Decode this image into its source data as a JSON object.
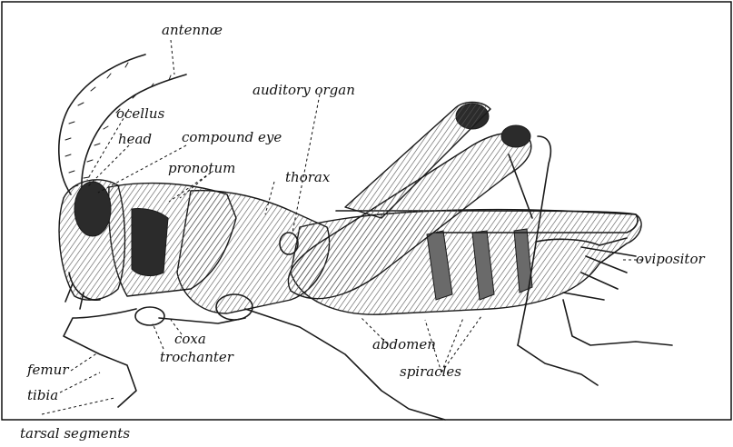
{
  "labels": {
    "antennae": "antennæ",
    "ocellus": "ocellus",
    "head": "head",
    "compound_eye": "compound eye",
    "auditory_organ": "auditory organ",
    "pronotum": "pronotum",
    "thorax": "thorax",
    "ovipositor": "ovipositor",
    "coxa": "coxa",
    "trochanter": "trochanter",
    "abdomen": "abdomen",
    "femur": "femur",
    "tibia": "tibia",
    "spiracles": "spiracles",
    "tarsal_segments": "tarsal segments"
  },
  "ink_color": "#1a1a1a",
  "background": "#ffffff"
}
